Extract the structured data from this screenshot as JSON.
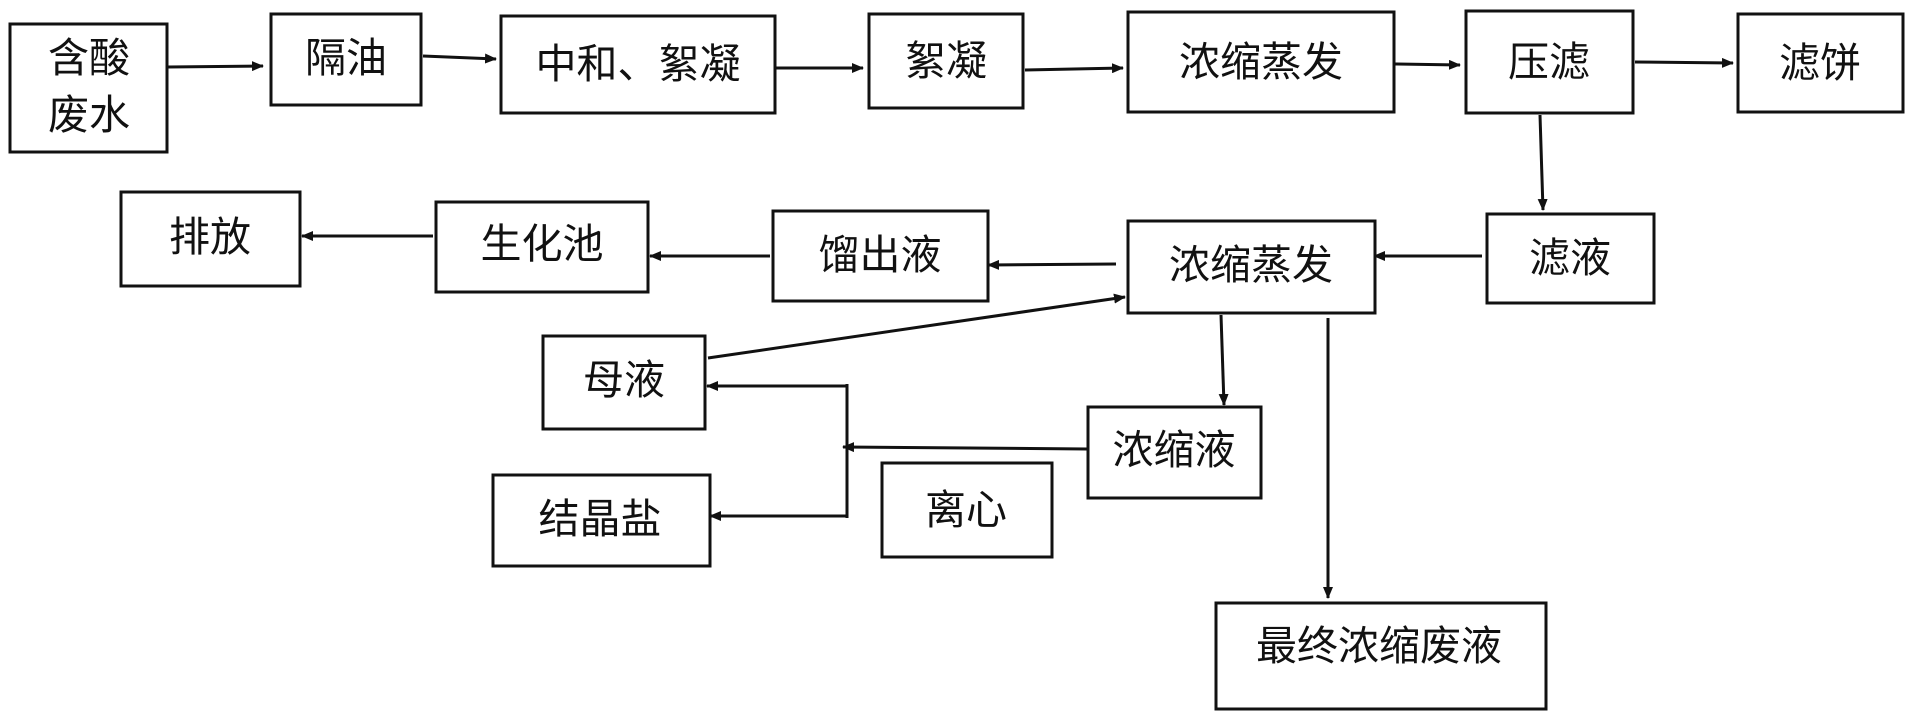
{
  "nodes": {
    "acid_wastewater": {
      "line1": "含酸",
      "line2": "废水"
    },
    "oil_separation": "隔油",
    "neutralization_flocculation": "中和、絮凝",
    "flocculation": "絮凝",
    "evaporation_1": "浓缩蒸发",
    "filter_press": "压滤",
    "filter_cake": "滤饼",
    "filtrate": "滤液",
    "evaporation_2": "浓缩蒸发",
    "distillate": "馏出液",
    "biochemical_tank": "生化池",
    "discharge": "排放",
    "mother_liquor": "母液",
    "concentrate": "浓缩液",
    "centrifuge": "离心",
    "crystal_salt": "结晶盐",
    "final_concentrated_waste": "最终浓缩废液"
  },
  "colors": {
    "stroke": "#111111",
    "background": "#ffffff"
  }
}
